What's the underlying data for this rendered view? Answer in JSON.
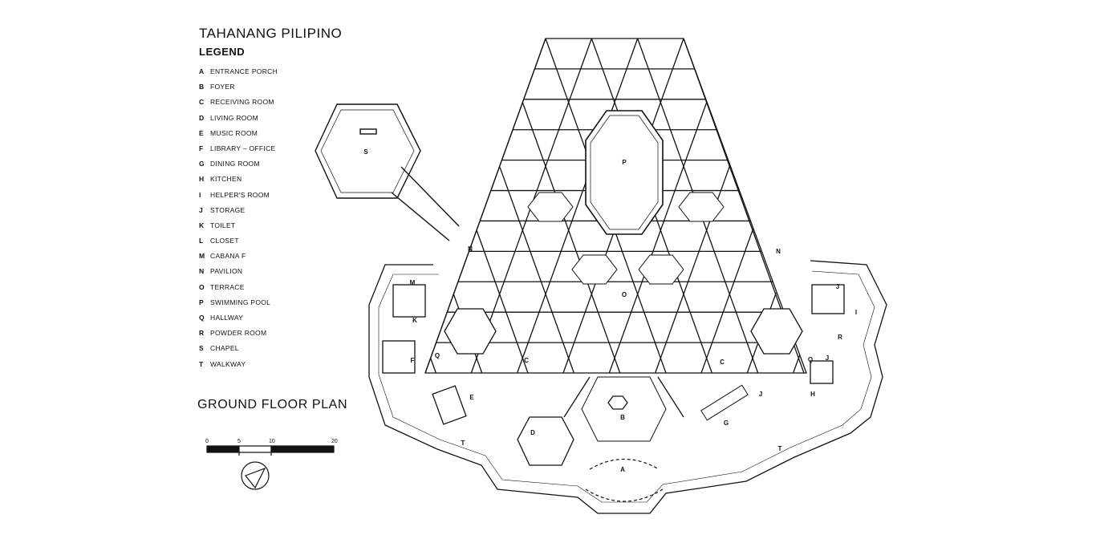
{
  "title": "TAHANANG PILIPINO",
  "legend_heading": "LEGEND",
  "legend": [
    {
      "key": "A",
      "label": "ENTRANCE PORCH"
    },
    {
      "key": "B",
      "label": "FOYER"
    },
    {
      "key": "C",
      "label": "RECEIVING ROOM"
    },
    {
      "key": "D",
      "label": "LIVING ROOM"
    },
    {
      "key": "E",
      "label": "MUSIC ROOM"
    },
    {
      "key": "F",
      "label": "LIBRARY – OFFICE"
    },
    {
      "key": "G",
      "label": "DINING ROOM"
    },
    {
      "key": "H",
      "label": "KITCHEN"
    },
    {
      "key": "I",
      "label": "HELPER'S ROOM"
    },
    {
      "key": "J",
      "label": "STORAGE"
    },
    {
      "key": "K",
      "label": "TOILET"
    },
    {
      "key": "L",
      "label": "CLOSET"
    },
    {
      "key": "M",
      "label": "CABANA F"
    },
    {
      "key": "N",
      "label": "PAVILION"
    },
    {
      "key": "O",
      "label": "TERRACE"
    },
    {
      "key": "P",
      "label": "SWIMMING POOL"
    },
    {
      "key": "Q",
      "label": "HALLWAY"
    },
    {
      "key": "R",
      "label": "POWDER ROOM"
    },
    {
      "key": "S",
      "label": "CHAPEL"
    },
    {
      "key": "T",
      "label": "WALKWAY"
    }
  ],
  "plan_title": "GROUND FLOOR PLAN",
  "scale_ticks": [
    "0",
    "5",
    "10",
    "20"
  ],
  "plan_labels": {
    "pool": "P",
    "chapel": "S",
    "terrace": "O",
    "pavilion_left": "N",
    "pavilion_right": "N",
    "foyer": "B",
    "entrance": "A",
    "receiving_left": "C",
    "receiving_right": "C",
    "living": "D",
    "music": "E",
    "library": "F",
    "dining": "G",
    "kitchen": "H",
    "helpers": "I",
    "storage_top": "J",
    "storage_mid": "J",
    "storage_low": "J",
    "toilet": "K",
    "cabana": "M",
    "hallway_left": "Q",
    "hallway_right": "Q",
    "walkway_left": "T",
    "walkway_right": "T",
    "powder": "R"
  },
  "colors": {
    "ink": "#111111",
    "background": "#ffffff"
  }
}
